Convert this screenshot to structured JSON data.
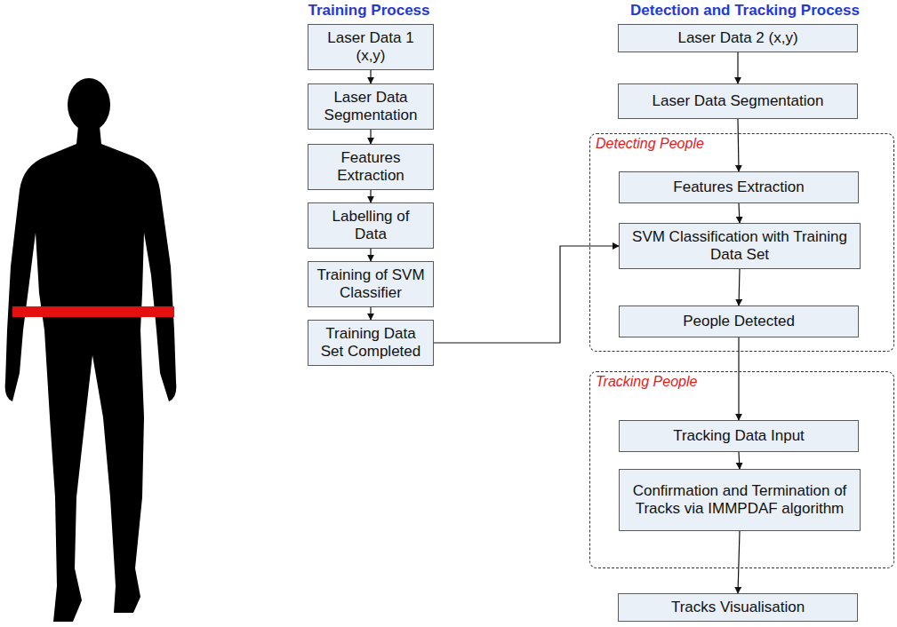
{
  "diagram": {
    "nodes": [
      {
        "text": [
          "Laser Data 1 (x,y)"
        ]
      },
      {
        "text": [
          "Laser Data Segmentation"
        ]
      },
      {
        "text": [
          "Features Extraction"
        ]
      },
      {
        "text": [
          "Labelling of Data"
        ]
      },
      {
        "text": [
          "Training of SVM Classifier"
        ]
      },
      {
        "text": [
          "Training Data Set Completed"
        ]
      },
      {
        "text": [
          "Laser Data 2 (x,y)"
        ]
      },
      {
        "text": [
          "Laser Data Segmentation"
        ]
      },
      {
        "text": [
          "Detecting People"
        ]
      },
      {
        "text": [
          "Features Extraction"
        ],
        "in": 8
      },
      {
        "text": [
          "SVM Classification with Training Data Set"
        ],
        "in": 8
      },
      {
        "text": [
          "People Detected"
        ],
        "in": 8
      },
      {
        "text": [
          "Tracking People"
        ]
      },
      {
        "text": [
          "Tracking Data Input"
        ],
        "in": 12
      },
      {
        "text": [
          "Confirmation and Termination of Tracks via IMMPDAF algorithm"
        ],
        "in": 12
      },
      {
        "text": [
          "Tracks Visualisation"
        ]
      }
    ],
    "edges": [
      {
        "from": 0,
        "to": 1,
        "arrow": "to"
      },
      {
        "from": 1,
        "to": 2,
        "arrow": "to"
      },
      {
        "from": 2,
        "to": 3,
        "arrow": "to"
      },
      {
        "from": 3,
        "to": 4,
        "arrow": "to"
      },
      {
        "from": 4,
        "to": 5,
        "arrow": "to"
      },
      {
        "from": 5,
        "to": 10,
        "arrow": "to"
      },
      {
        "from": 6,
        "to": 7,
        "arrow": "to"
      },
      {
        "from": 7,
        "to": 9,
        "arrow": "to"
      },
      {
        "from": 9,
        "to": 10,
        "arrow": "to"
      },
      {
        "from": 10,
        "to": 11,
        "arrow": "to"
      },
      {
        "from": 11,
        "to": 13,
        "arrow": "to"
      },
      {
        "from": 13,
        "to": 14,
        "arrow": "to"
      },
      {
        "from": 14,
        "to": 15,
        "arrow": "to"
      }
    ],
    "labels": [
      "Training Process",
      "Detection and Tracking Process"
    ]
  }
}
